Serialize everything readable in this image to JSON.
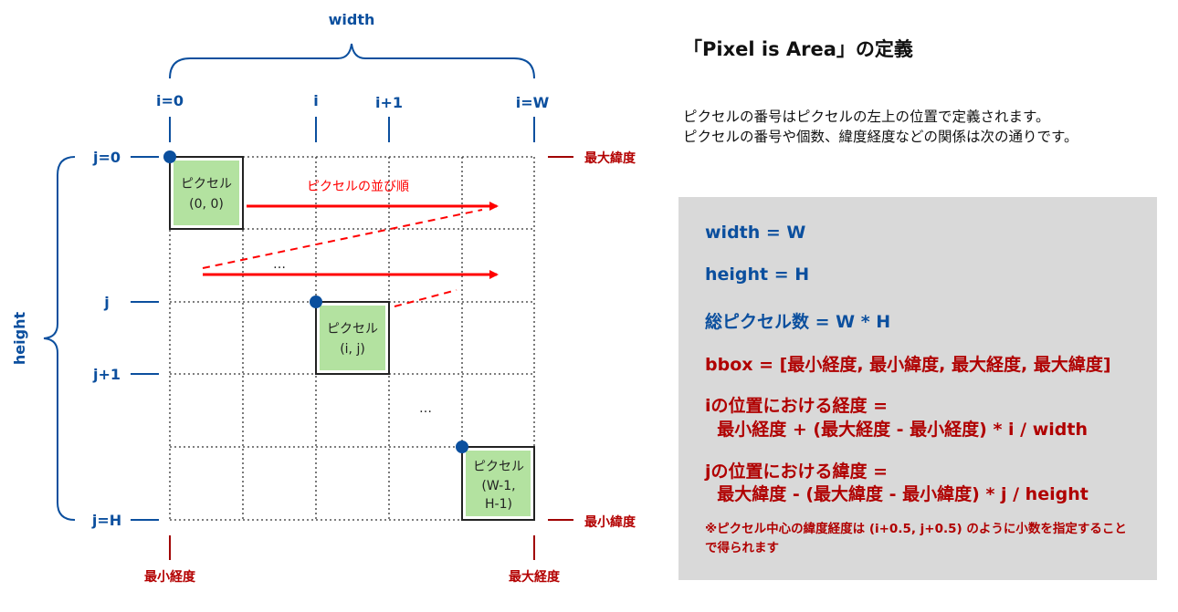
{
  "diagram": {
    "width_label": "width",
    "height_label": "height",
    "col_labels": [
      "i=0",
      "i",
      "i+1",
      "i=W"
    ],
    "row_labels": [
      "j=0",
      "j",
      "j+1",
      "j=H"
    ],
    "pixels": [
      {
        "line1": "ピクセル",
        "line2": "(0, 0)"
      },
      {
        "line1": "ピクセル",
        "line2": "(i, j)"
      },
      {
        "line1": "ピクセル",
        "line2": "(W-1,",
        "line3": "H-1)"
      }
    ],
    "order_label": "ピクセルの並び順",
    "ellipsis1": "…",
    "ellipsis2": "…",
    "max_lat": "最大緯度",
    "min_lat": "最小緯度",
    "min_lon": "最小経度",
    "max_lon": "最大経度",
    "colors": {
      "blue": "#0b4f9e",
      "dark_red": "#b30000",
      "arrow_red": "#ff0000",
      "pixel_green": "#b3e2a0",
      "panel_gray": "#d9d9d9"
    }
  },
  "title": "「Pixel is Area」の定義",
  "description": [
    "ピクセルの番号はピクセルの左上の位置で定義されます。",
    "ピクセルの番号や個数、緯度経度などの関係は次の通りです。"
  ],
  "formulas": {
    "width": "width = W",
    "height": "height = H",
    "total": "総ピクセル数 = W * H",
    "bbox": "bbox = [最小経度, 最小緯度, 最大経度, 最大緯度]",
    "lon_1": "iの位置における経度 =",
    "lon_2": "  最小経度 + (最大経度 - 最小経度) * i / width",
    "lat_1": "jの位置における緯度 =",
    "lat_2": "  最大緯度 - (最大緯度 - 最小緯度) * j / height",
    "note": "※ピクセル中心の緯度経度は (i+0.5, j+0.5) のように小数を指定することで得られます"
  }
}
